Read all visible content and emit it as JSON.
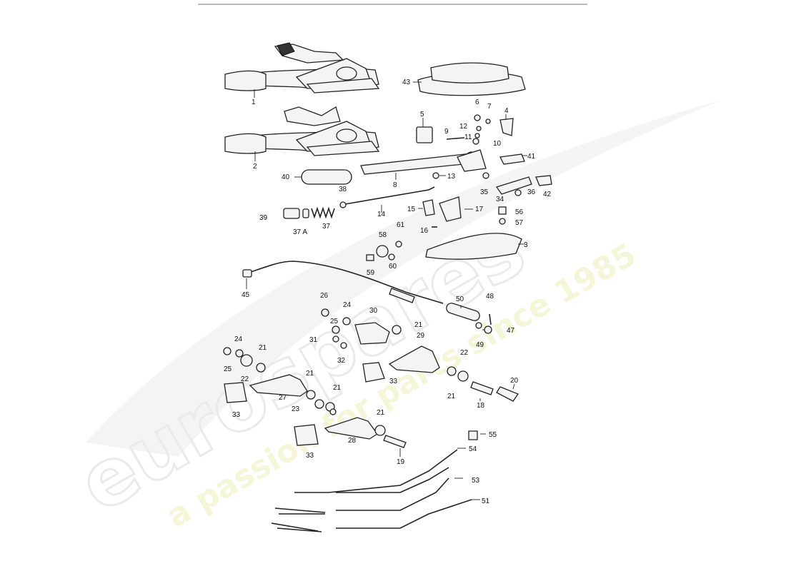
{
  "watermark": {
    "brand": "eurospares",
    "tagline": "a passion for parts since 1985"
  },
  "labels": [
    "1",
    "2",
    "3",
    "4",
    "5",
    "6",
    "7",
    "8",
    "9",
    "10",
    "11",
    "12",
    "13",
    "14",
    "15",
    "16",
    "17",
    "18",
    "19",
    "20",
    "21",
    "22",
    "23",
    "24",
    "25",
    "26",
    "27",
    "28",
    "29",
    "30",
    "31",
    "32",
    "33",
    "34",
    "35",
    "36",
    "37",
    "37 A",
    "38",
    "39",
    "40",
    "41",
    "42",
    "43",
    "45",
    "47",
    "48",
    "49",
    "50",
    "51",
    "53",
    "54",
    "55",
    "56",
    "57",
    "58",
    "59",
    "60",
    "61"
  ]
}
